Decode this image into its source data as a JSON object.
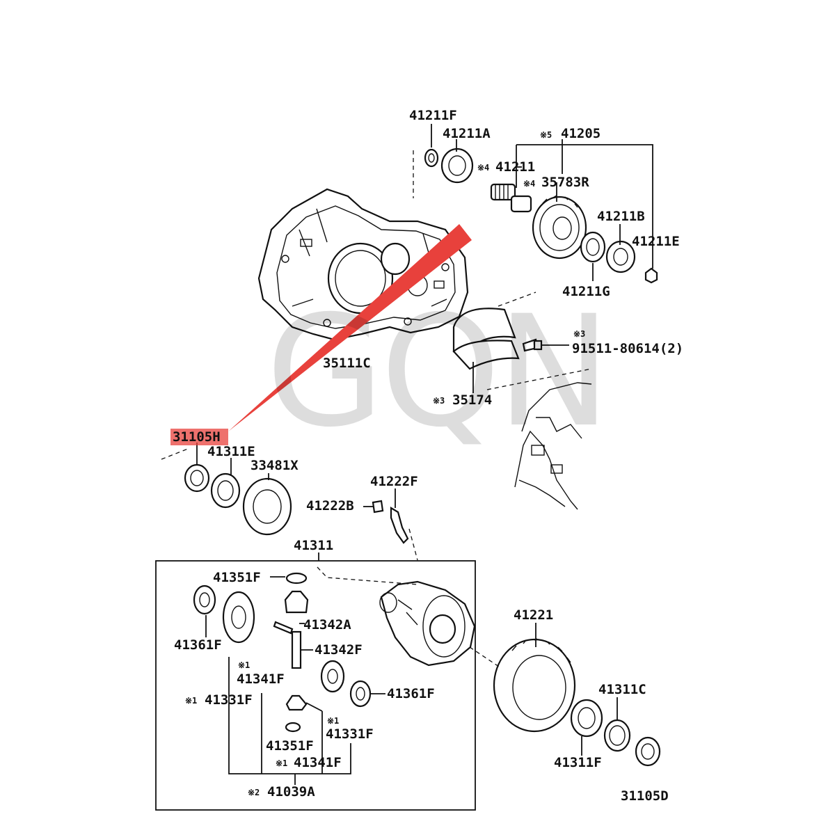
{
  "watermark": "GQN",
  "highlight_color": "#e8413c",
  "labels": {
    "p41211F_top": "41211F",
    "p41211A": "41211A",
    "p41205": "41205",
    "p41205_mark": "※5",
    "p41211": "41211",
    "p41211_mark": "※4",
    "p35783R": "35783R",
    "p35783R_mark": "※4",
    "p41211B": "41211B",
    "p41211E": "41211E",
    "p41211G": "41211G",
    "p91511_mark": "※3",
    "p91511": "91511-80614(2)",
    "p35111C": "35111C",
    "p35174_mark": "※3",
    "p35174": "35174",
    "p31105H": "31105H",
    "p41311E": "41311E",
    "p33481X": "33481X",
    "p41222F": "41222F",
    "p41222B": "41222B",
    "p41311": "41311",
    "p41351F_top": "41351F",
    "p41342A": "41342A",
    "p41361F_left": "41361F",
    "p41342F": "41342F",
    "p41341F_mark_top": "※1",
    "p41341F_top": "41341F",
    "p41331F_left_mark": "※1",
    "p41331F_left": "41331F",
    "p41361F_right": "41361F",
    "p41331F_right_mark": "※1",
    "p41331F_right": "41331F",
    "p41351F_bottom": "41351F",
    "p41341F_bottom_mark": "※1",
    "p41341F_bottom": "41341F",
    "p41039A_mark": "※2",
    "p41039A": "41039A",
    "p41221": "41221",
    "p41311C": "41311C",
    "p41311F": "41311F",
    "p31105D": "31105D"
  }
}
